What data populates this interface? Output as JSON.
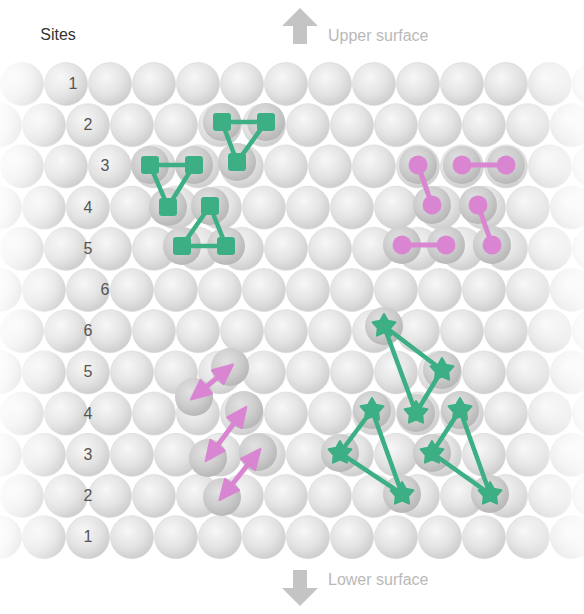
{
  "diagram": {
    "labels": [
      "Sites",
      "Upper surface",
      "1",
      "2",
      "3",
      "4",
      "5",
      "6",
      "6",
      "5",
      "4",
      "3",
      "2",
      "1",
      "Lower surface"
    ]
  }
}
